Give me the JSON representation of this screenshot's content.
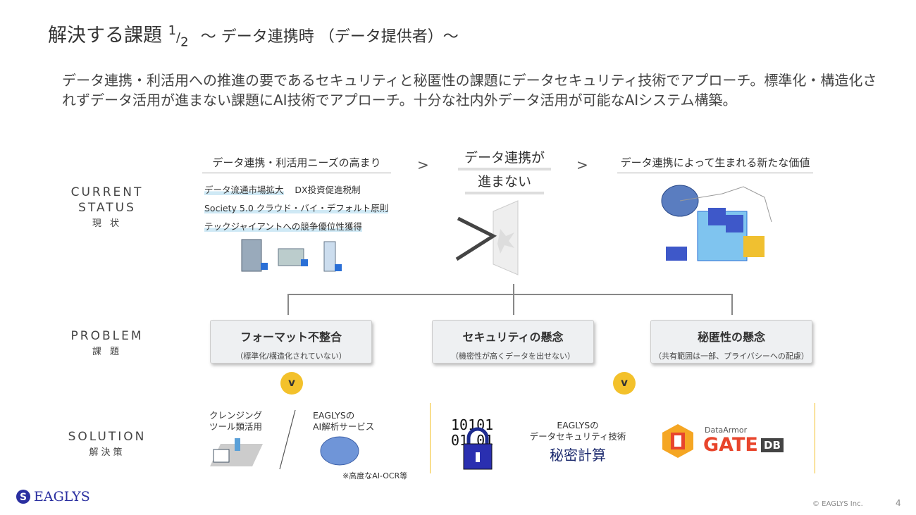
{
  "title": {
    "main": "解決する課題",
    "num": "1",
    "den": "2",
    "sub": "～ データ連携時 （データ提供者）～"
  },
  "lead": "データ連携・利活用への推進の要であるセキュリティと秘匿性の課題にデータセキュリティ技術でアプローチ。標準化・構造化されずデータ活用が進まない課題にAI技術でアプローチ。十分な社内外データ活用が可能なAIシステム構築。",
  "rows": {
    "current": {
      "en1": "CURRENT",
      "en2": "STATUS",
      "jp": "現 状"
    },
    "problem": {
      "en": "PROBLEM",
      "jp": "課 題"
    },
    "solution": {
      "en": "SOLUTION",
      "jp": "解決策"
    }
  },
  "current": {
    "needs_title": "データ連携・利活用ニーズの高まり",
    "needs": [
      "データ流通市場拡大",
      "DX投資促進税制",
      "Society 5.0 クラウド・バイ・デフォルト原則",
      "テックジャイアントへの競争優位性獲得"
    ],
    "gt": ">",
    "block_line1": "データ連携が",
    "block_line2": "進まない",
    "value_title": "データ連携によって生まれる新たな価値"
  },
  "problems": [
    {
      "title": "フォーマット不整合",
      "sub": "（標準化/構造化されていない）"
    },
    {
      "title": "セキュリティの懸念",
      "sub": "（機密性が高くデータを出せない）"
    },
    {
      "title": "秘匿性の懸念",
      "sub": "（共有範囲は一部、プライバシーへの配慮）"
    }
  ],
  "arrow_badge": "v",
  "solution": {
    "cleansing": "クレンジング\nツール類活用",
    "ai_line1": "EAGLYSの",
    "ai_line2": "AI解析サービス",
    "ocr_note": "※高度なAI-OCR等",
    "binary1": "10101",
    "binary2": "01 01",
    "sec_line1": "EAGLYSの",
    "sec_line2": "データセキュリティ技術",
    "sec_main": "秘密計算",
    "gate_small": "DataArmor",
    "gate_main": "GATE",
    "gate_db": "DB"
  },
  "footer": {
    "logo": "EAGLYS",
    "copyright": "© EAGLYS Inc.",
    "page": "4"
  },
  "colors": {
    "accent": "#f3c12b",
    "navy": "#1c2a6e",
    "gate": "#e8452c"
  }
}
